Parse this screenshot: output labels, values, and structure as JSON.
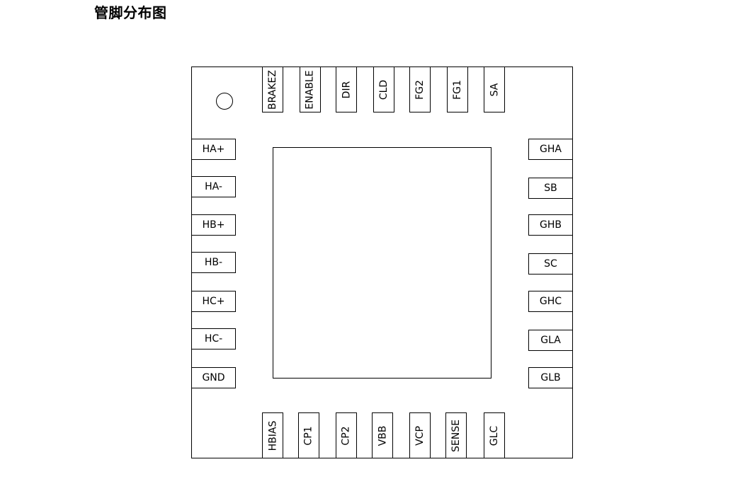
{
  "title": "管脚分布图",
  "top_pins": [
    "BRAKEZ",
    "ENABLE",
    "DIR",
    "CLD",
    "FG2",
    "FG1",
    "SA"
  ],
  "left_pins": [
    "HA+",
    "HA-",
    "HB+",
    "HB-",
    "HC+",
    "HC-",
    "GND"
  ],
  "right_pins": [
    "GHA",
    "SB",
    "GHB",
    "SC",
    "GHC",
    "GLA",
    "GLB"
  ],
  "bottom_pins": [
    "HBIAS",
    "CP1",
    "CP2",
    "VBB",
    "VCP",
    "SENSE",
    "GLC"
  ]
}
